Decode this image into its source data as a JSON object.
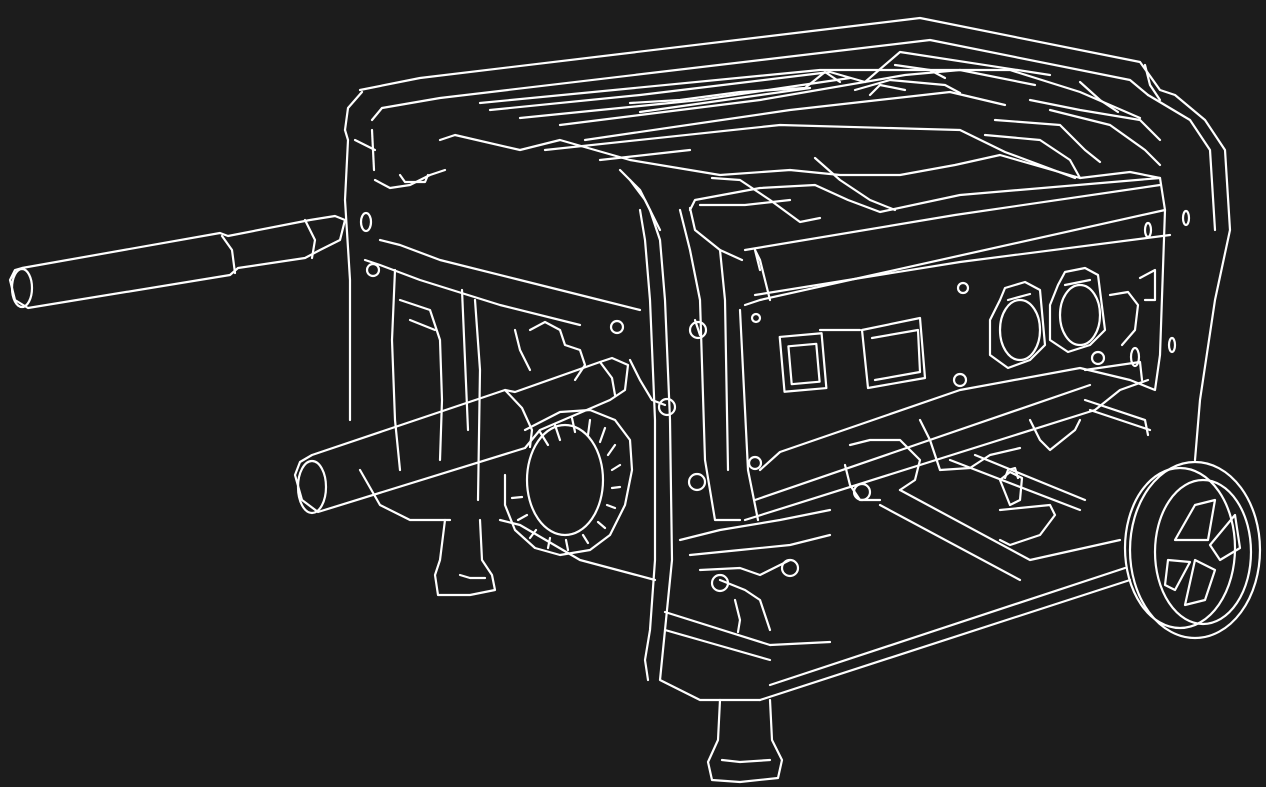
{
  "colors": {
    "background": "#1c1c1c",
    "line": "#ffffff"
  },
  "illustration": {
    "subject": "portable-generator-line-art",
    "style": "white outline on dark background",
    "parts": [
      "frame",
      "front-handle",
      "side-handle",
      "fuel-tank",
      "control-panel",
      "power-outlets",
      "recoil-starter",
      "engine",
      "wheel",
      "support-legs"
    ]
  }
}
